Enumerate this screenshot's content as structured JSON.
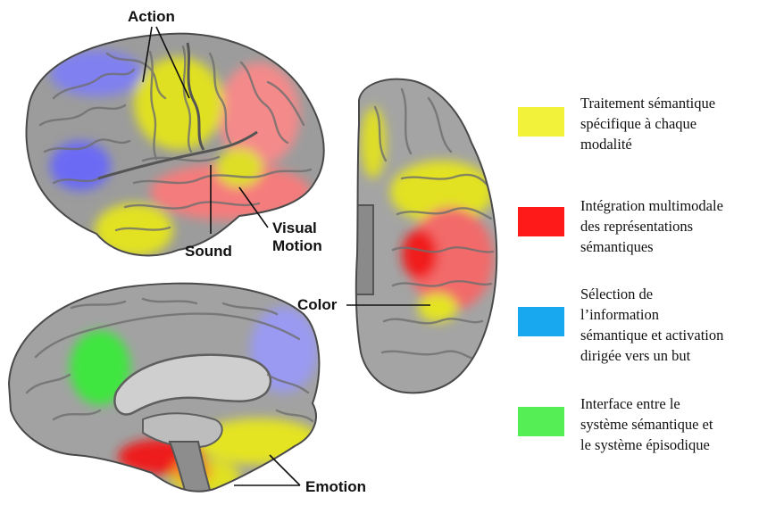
{
  "figure": {
    "brain_labels": {
      "action": "Action",
      "sound": "Sound",
      "visual_motion_line1": "Visual",
      "visual_motion_line2": "Motion",
      "color": "Color",
      "emotion": "Emotion"
    },
    "legend": [
      {
        "color": "#f2f23a",
        "lines": [
          "Traitement sémantique",
          "spécifique à chaque",
          "modalité"
        ]
      },
      {
        "color": "#ff1a1a",
        "lines": [
          "Intégration multimodale",
          "des représentations",
          "sémantiques"
        ]
      },
      {
        "color": "#18a8f0",
        "lines": [
          "Sélection de",
          "l’information",
          "sémantique et activation",
          "dirigée vers un but"
        ]
      },
      {
        "color": "#55ee55",
        "lines": [
          "Interface entre le",
          "système sémantique et",
          "le système épisodique"
        ]
      }
    ],
    "region_colors": {
      "yellow": "#e3e31a",
      "red": "#f26b6b",
      "blue": "#7d7df0",
      "green": "#44e844",
      "gray": "#9a9a9a"
    }
  }
}
